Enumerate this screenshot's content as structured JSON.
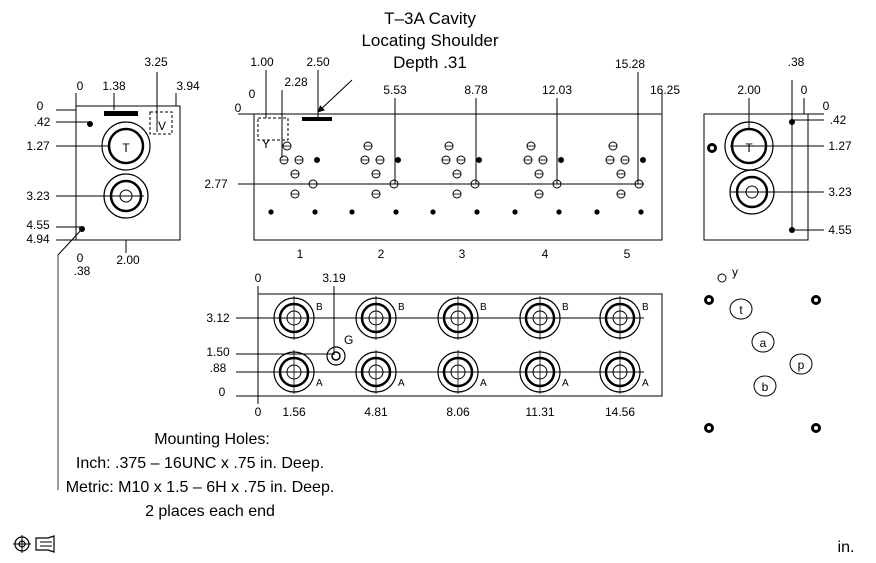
{
  "title": {
    "line1": "T–3A Cavity",
    "line2": "Locating Shoulder",
    "line3": "Depth .31"
  },
  "left_view": {
    "x_labels": {
      "zero": "0",
      "a": "1.38",
      "b": "3.25",
      "c": "3.94",
      "bottom": "2.00",
      "bottom_zero": "0",
      "bottom_small": ".38"
    },
    "y_labels": {
      "zero": "0",
      "a": ".42",
      "b": "1.27",
      "c": "3.23",
      "d": "4.55",
      "e": "4.94"
    },
    "port_T": "T",
    "port_V": "V"
  },
  "right_view": {
    "x_labels": {
      "top_small": ".38",
      "a": "2.00",
      "zero": "0"
    },
    "y_labels": {
      "zero": "0",
      "a": ".42",
      "b": "1.27",
      "c": "3.23",
      "d": "4.55"
    },
    "port_T": "T"
  },
  "top_view": {
    "x_labels": [
      "1.00",
      "2.28",
      "2.50",
      "5.53",
      "8.78",
      "12.03",
      "15.28",
      "16.25"
    ],
    "zero_x": "0",
    "zero_y": "0",
    "y_label": "2.77",
    "port_Y": "Y",
    "station_numbers": [
      "1",
      "2",
      "3",
      "4",
      "5"
    ]
  },
  "front_view": {
    "zero_top": "0",
    "g_x": "3.19",
    "y_labels": [
      "3.12",
      "1.50",
      ".88",
      "0"
    ],
    "x_labels": [
      "0",
      "1.56",
      "4.81",
      "8.06",
      "11.31",
      "14.56"
    ],
    "port_B": "B",
    "port_A": "A",
    "port_G": "G"
  },
  "legend": {
    "y": "y",
    "t": "t",
    "a": "a",
    "p": "p",
    "b": "b"
  },
  "notes": {
    "heading": "Mounting Holes:",
    "inch": "Inch: .375 – 16UNC x .75 in. Deep.",
    "metric": "Metric:  M10 x 1.5 – 6H x .75 in. Deep.",
    "places": "2 places each end"
  },
  "units": "in.",
  "toolbar": [
    "target-icon",
    "manifold-icon"
  ]
}
